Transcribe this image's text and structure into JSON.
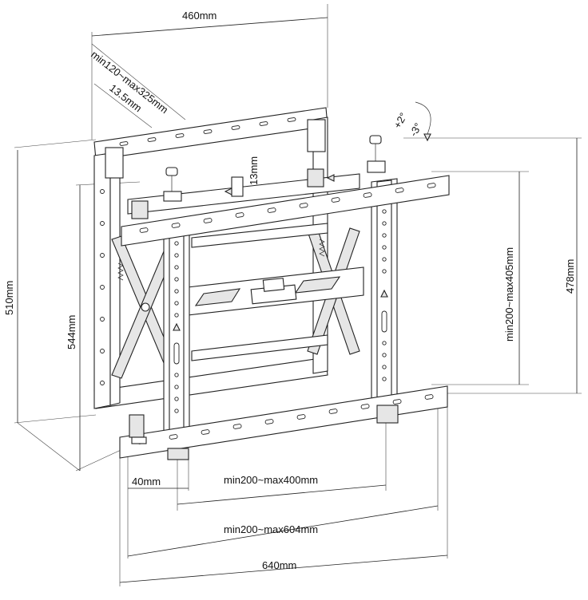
{
  "labels": {
    "width_top": "460mm",
    "arm_depth": "min120~max325mm",
    "offset_depth": "13.5mm",
    "vertical_adjust": "13mm",
    "tilt_up": "+2°",
    "tilt_down": "-3°",
    "height_total": "510mm",
    "height_544": "544mm",
    "height_478": "478mm",
    "vesa_vertical": "min200~max405mm",
    "offset_40": "40mm",
    "vesa_400": "min200~max400mm",
    "vesa_604": "min200~max604mm",
    "width_bottom": "640mm"
  },
  "colors": {
    "line": "#222222",
    "fill": "#ffffff",
    "shade": "#e6e6e6"
  }
}
